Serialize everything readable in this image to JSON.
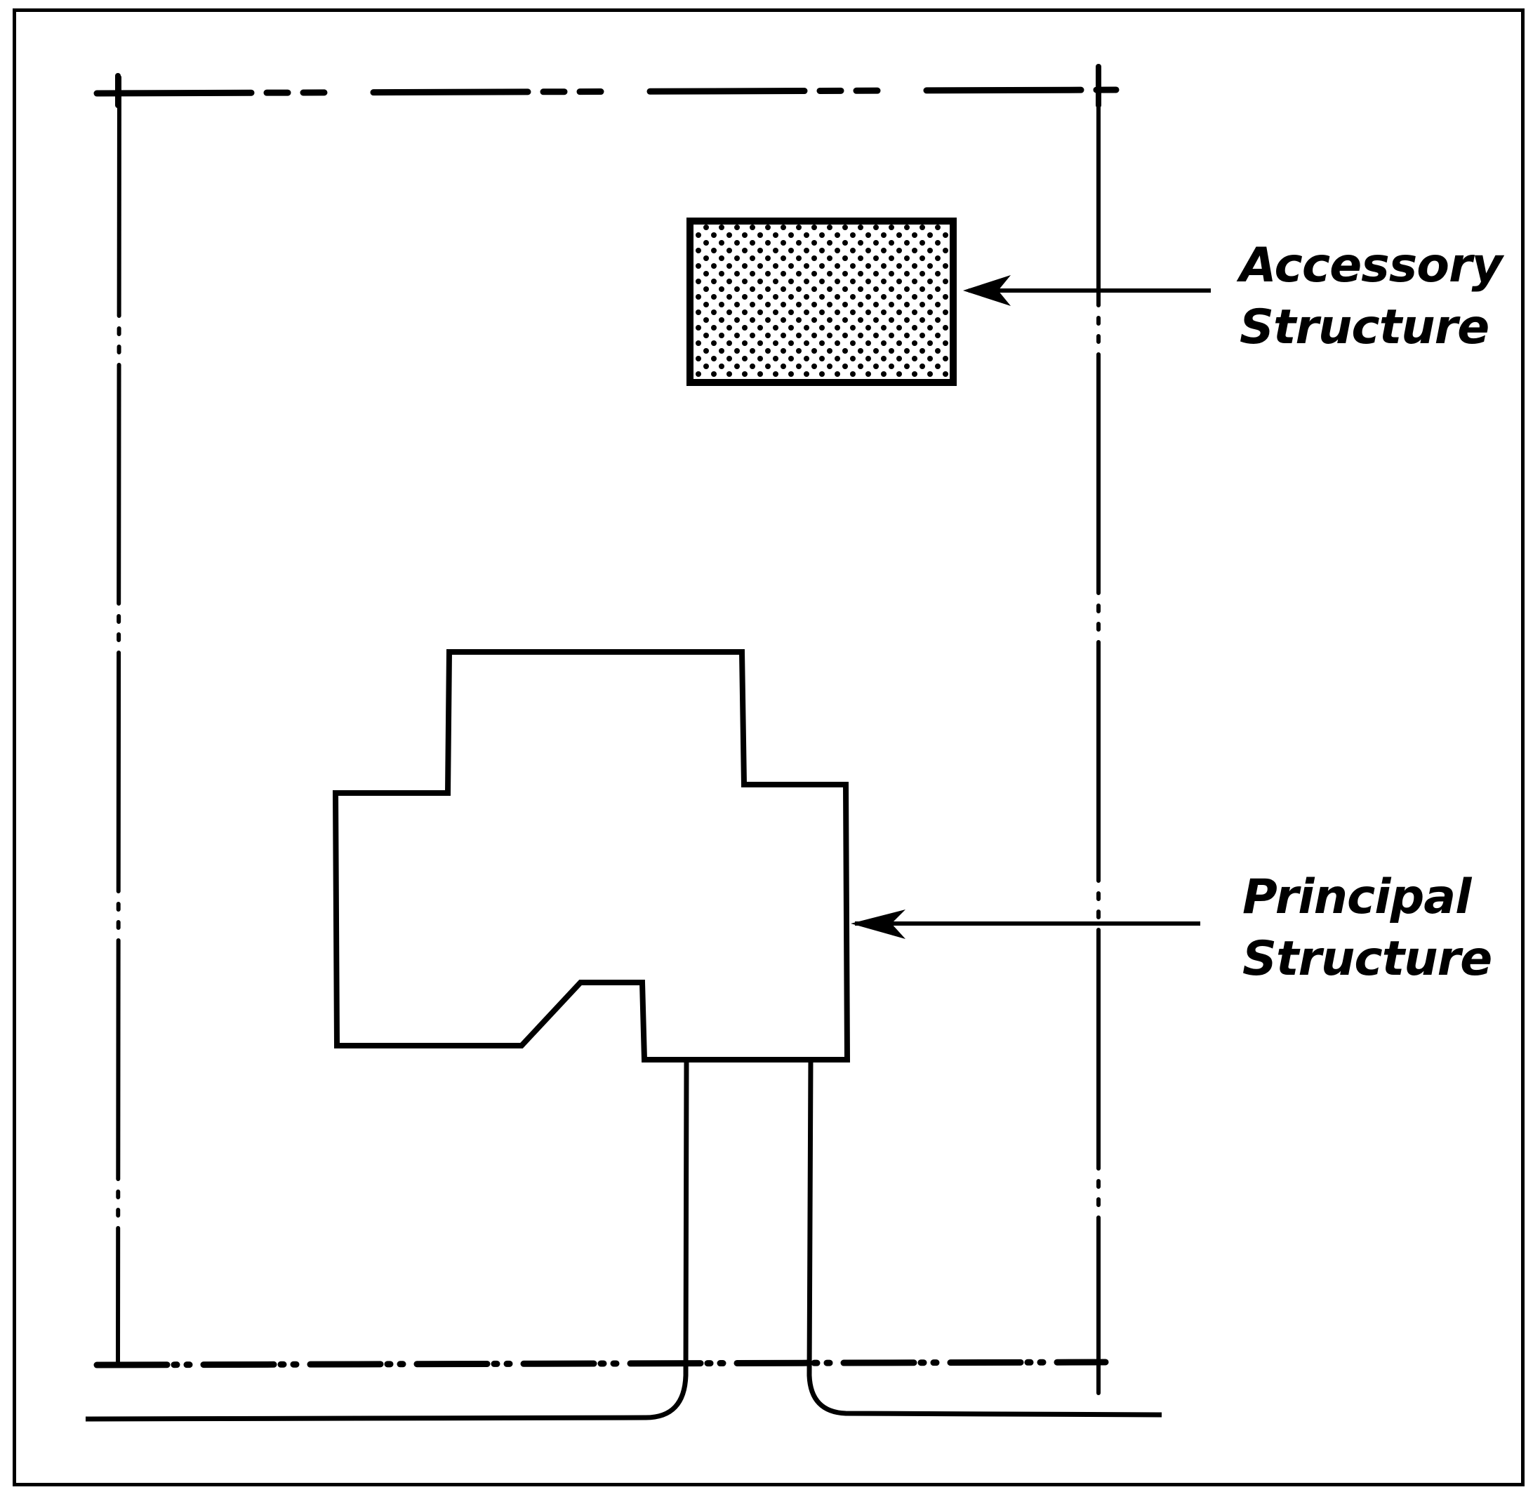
{
  "diagram": {
    "title": "Accessory vs Principal Structure Site Plan",
    "labels": {
      "accessory": {
        "line1": "Accessory",
        "line2": "Structure"
      },
      "principal": {
        "line1": "Principal",
        "line2": "Structure"
      }
    },
    "elements": [
      "property-line",
      "accessory-structure",
      "principal-structure",
      "driveway",
      "street-edge"
    ],
    "colors": {
      "ink": "#000000",
      "background": "#ffffff"
    }
  }
}
